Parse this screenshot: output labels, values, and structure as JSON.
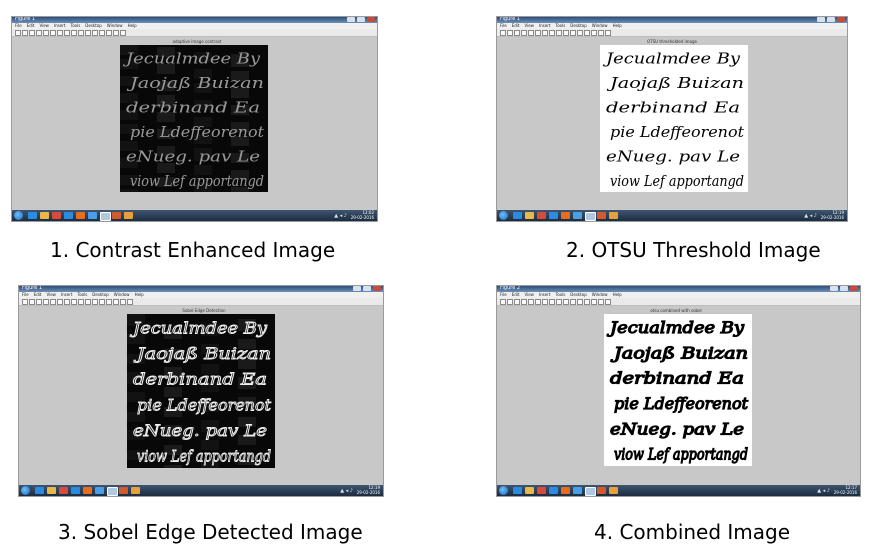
{
  "menu_items": [
    "File",
    "Edit",
    "View",
    "Insert",
    "Tools",
    "Desktop",
    "Window",
    "Help"
  ],
  "panels": [
    {
      "window_title": "Figure 1",
      "figure_title": "adaptive image contrast",
      "clock_time": "12:02",
      "clock_date": "29-02-2016",
      "caption": "1. Contrast Enhanced Image",
      "style": "contrast"
    },
    {
      "window_title": "Figure 1",
      "figure_title": "OTSU thresholded image",
      "clock_time": "12:19",
      "clock_date": "29-02-2016",
      "caption": "2. OTSU Threshold Image",
      "style": "otsu"
    },
    {
      "window_title": "Figure 1",
      "figure_title": "Sobel Edge Detection",
      "clock_time": "12:19",
      "clock_date": "29-02-2016",
      "caption": "3. Sobel Edge Detected Image",
      "style": "sobel"
    },
    {
      "window_title": "Figure 2",
      "figure_title": "otsu combined with sobel",
      "clock_time": "12:17",
      "clock_date": "29-02-2016",
      "caption": "4. Combined Image",
      "style": "combined"
    }
  ],
  "handwriting_lines": [
    "Jecualmdee By",
    "Jaojaß Buizan",
    "derbinand Ea",
    "pie Ldeffeorenot",
    "eNueg. pav Le",
    "viow Lef apportangd"
  ],
  "taskbar_icons": [
    "start-orb",
    "ie-icon",
    "folder-icon",
    "chrome-icon",
    "ie-icon",
    "firefox-icon",
    "paint-icon",
    "matlab-icon",
    "word-icon",
    "photo-icon"
  ],
  "colors": {
    "figure_bg": "#c8c8c8",
    "taskbar": "#1c2c40",
    "titlebar": "#2c4f7c"
  }
}
